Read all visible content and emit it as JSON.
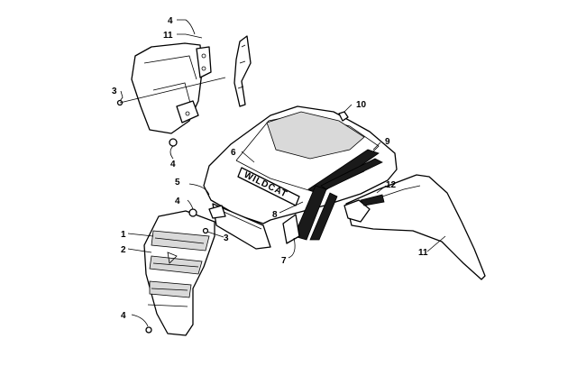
{
  "callouts": {
    "c4a": "4",
    "c11a": "11",
    "c3a": "3",
    "c4b": "4",
    "c10": "10",
    "c6": "6",
    "c9": "9",
    "c5": "5",
    "c4c": "4",
    "c12": "12",
    "c8": "8",
    "c3b": "3",
    "c1": "1",
    "c2": "2",
    "c7": "7",
    "c11b": "11",
    "c4d": "4"
  },
  "hood_logo": "WILDCAT"
}
